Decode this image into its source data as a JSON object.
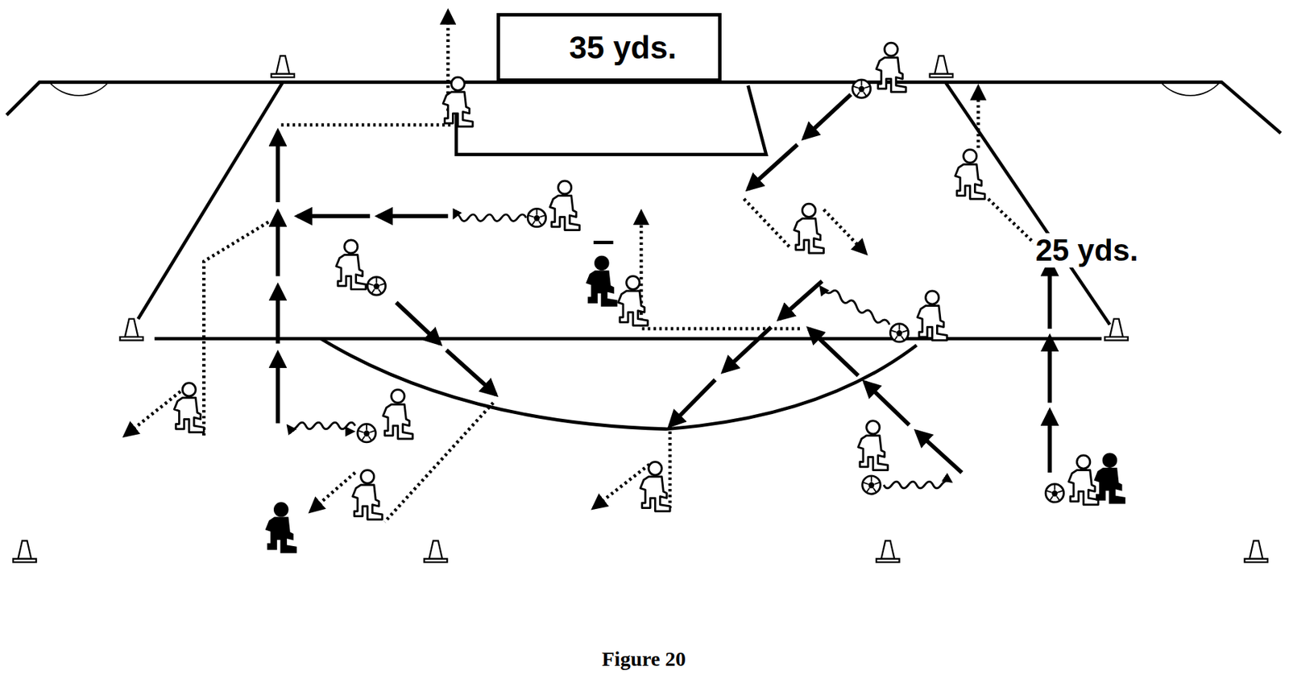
{
  "diagram": {
    "caption": "Figure 20",
    "nodes": [
      {
        "text": [
          "35 yds."
        ]
      }
    ],
    "labels": [
      "25 yds."
    ]
  }
}
